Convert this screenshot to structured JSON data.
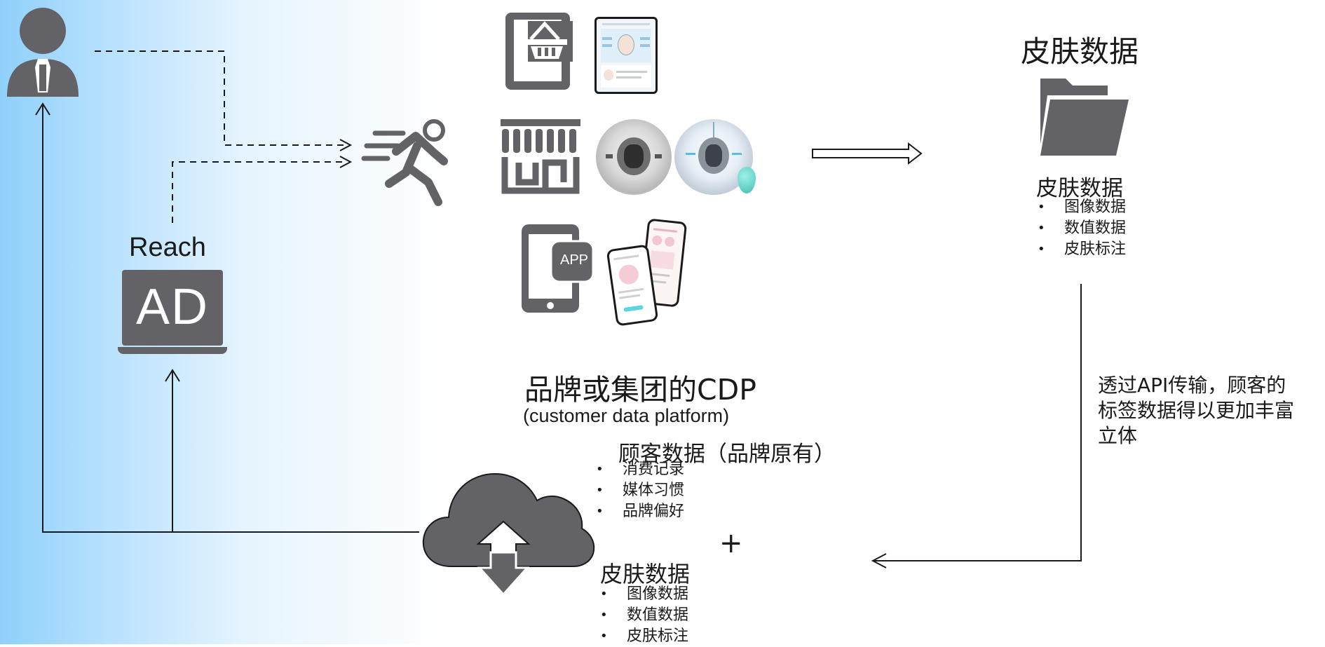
{
  "colors": {
    "icon_gray": "#636266",
    "gradient_blue": "#8fd0fb",
    "ad_text": "#ffffff"
  },
  "icons": {
    "user": "user-icon",
    "running": "running-person-icon",
    "ad_laptop": "laptop-ad-icon",
    "tablet_basket": "tablet-shopping-basket-icon",
    "store": "store-icon",
    "phone_app": "phone-app-icon",
    "folder": "folder-icon",
    "cloud": "cloud-sync-icon"
  },
  "left": {
    "reach_label": "Reach",
    "ad_label": "AD"
  },
  "channels": {
    "app_label": "APP"
  },
  "skin_panel": {
    "title": "皮肤数据",
    "subtitle": "皮肤数据",
    "items": [
      "图像数据",
      "数值数据",
      "皮肤标注"
    ]
  },
  "api_note": {
    "lines": [
      "透过API传输，顾客的",
      "标签数据得以更加丰富",
      "立体"
    ]
  },
  "cdp": {
    "title": "品牌或集团的CDP",
    "subtitle": "(customer data platform)",
    "customer_title": "顾客数据（品牌原有）",
    "customer_items": [
      "消费记录",
      "媒体习惯",
      "品牌偏好"
    ],
    "plus": "+",
    "skin_title": "皮肤数据",
    "skin_items": [
      "图像数据",
      "数值数据",
      "皮肤标注"
    ]
  }
}
